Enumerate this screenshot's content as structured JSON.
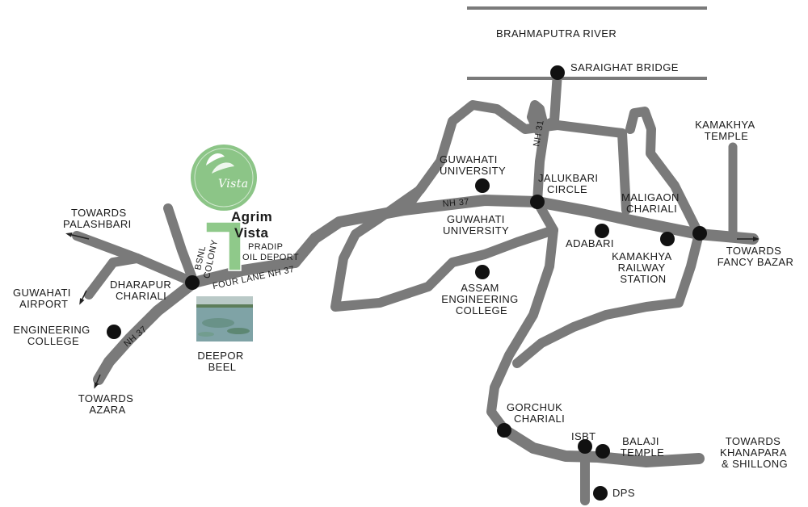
{
  "river": {
    "name": "BRAHMAPUTRA RIVER"
  },
  "bridge": {
    "name": "SARAIGHAT BRIDGE"
  },
  "project": {
    "logo_text": "Vista",
    "name_line1": "Agrim",
    "name_line2": "Vista"
  },
  "roads": {
    "nh31": "NH 31",
    "nh37": "NH 37",
    "nh37_west": "NH 37",
    "four_lane": "FOUR LANE NH 37"
  },
  "labels": {
    "kamakhya_temple": [
      "KAMAKHYA",
      "TEMPLE"
    ],
    "guwahati_university_n": [
      "GUWAHATI",
      "UNIVERSITY"
    ],
    "jalukbari_circle": [
      "JALUKBARI",
      "CIRCLE"
    ],
    "maligaon_chariali": [
      "MALIGAON",
      "CHARIALI"
    ],
    "towards_palashbari": [
      "TOWARDS",
      "PALASHBARI"
    ],
    "guwahati_university_s": [
      "GUWAHATI",
      "UNIVERSITY"
    ],
    "adabari": "ADABARI",
    "kamakhya_station": [
      "KAMAKHYA",
      "RAILWAY",
      "STATION"
    ],
    "towards_fancy_bazar": [
      "TOWARDS",
      "FANCY BAZAR"
    ],
    "bsnl_colony": [
      "BSNL",
      "COLONY"
    ],
    "pradip_oil": [
      "PRADIP",
      "OIL DEPORT"
    ],
    "dharapur": [
      "DHARAPUR",
      "CHARIALI"
    ],
    "guwahati_airport": [
      "GUWAHATI",
      "AIRPORT"
    ],
    "assam_engineering": [
      "ASSAM",
      "ENGINEERING",
      "COLLEGE"
    ],
    "engineering_college": [
      "ENGINEERING",
      "COLLEGE"
    ],
    "deepor_beel": [
      "DEEPOR",
      "BEEL"
    ],
    "towards_azara": [
      "TOWARDS",
      "AZARA"
    ],
    "gorchuk": [
      "GORCHUK",
      "CHARIALI"
    ],
    "isbt": "ISBT",
    "balaji_temple": [
      "BALAJI",
      "TEMPLE"
    ],
    "towards_khanapara": [
      "TOWARDS",
      "KHANAPARA",
      "& SHILLONG"
    ],
    "dps": "DPS"
  },
  "colors": {
    "road": "#7a7a7a",
    "marker": "#111111",
    "project_green": "#8fc98a",
    "logo_bg": "#8cc587",
    "water": "#7fa3a6"
  }
}
